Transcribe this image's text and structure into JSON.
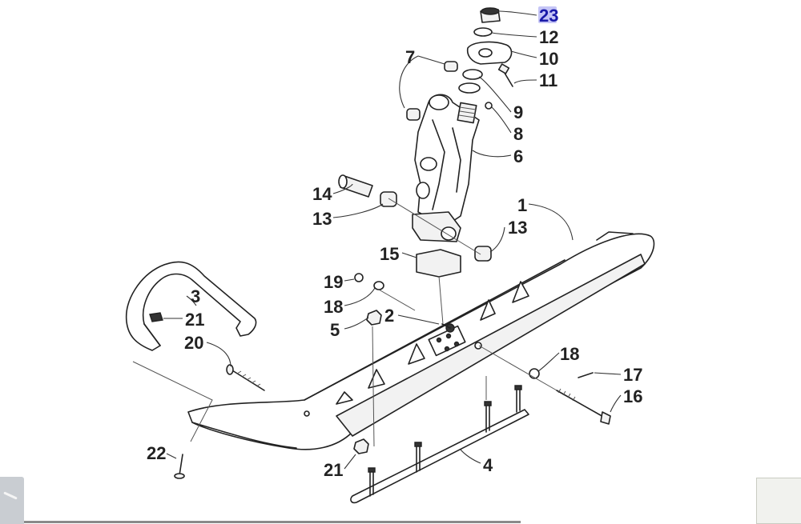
{
  "callouts": {
    "c1": "1",
    "c2": "2",
    "c3": "3",
    "c4": "4",
    "c5": "5",
    "c6": "6",
    "c7": "7",
    "c8": "8",
    "c9": "9",
    "c10": "10",
    "c11": "11",
    "c12": "12",
    "c13a": "13",
    "c13b": "13",
    "c14": "14",
    "c15": "15",
    "c16": "16",
    "c17": "17",
    "c18a": "18",
    "c18b": "18",
    "c19": "19",
    "c20": "20",
    "c21a": "21",
    "c21b": "21",
    "c22": "22",
    "c23": "23"
  },
  "highlighted_callout": "23",
  "colors": {
    "highlight": "#2f2fe0",
    "line": "#222222"
  }
}
